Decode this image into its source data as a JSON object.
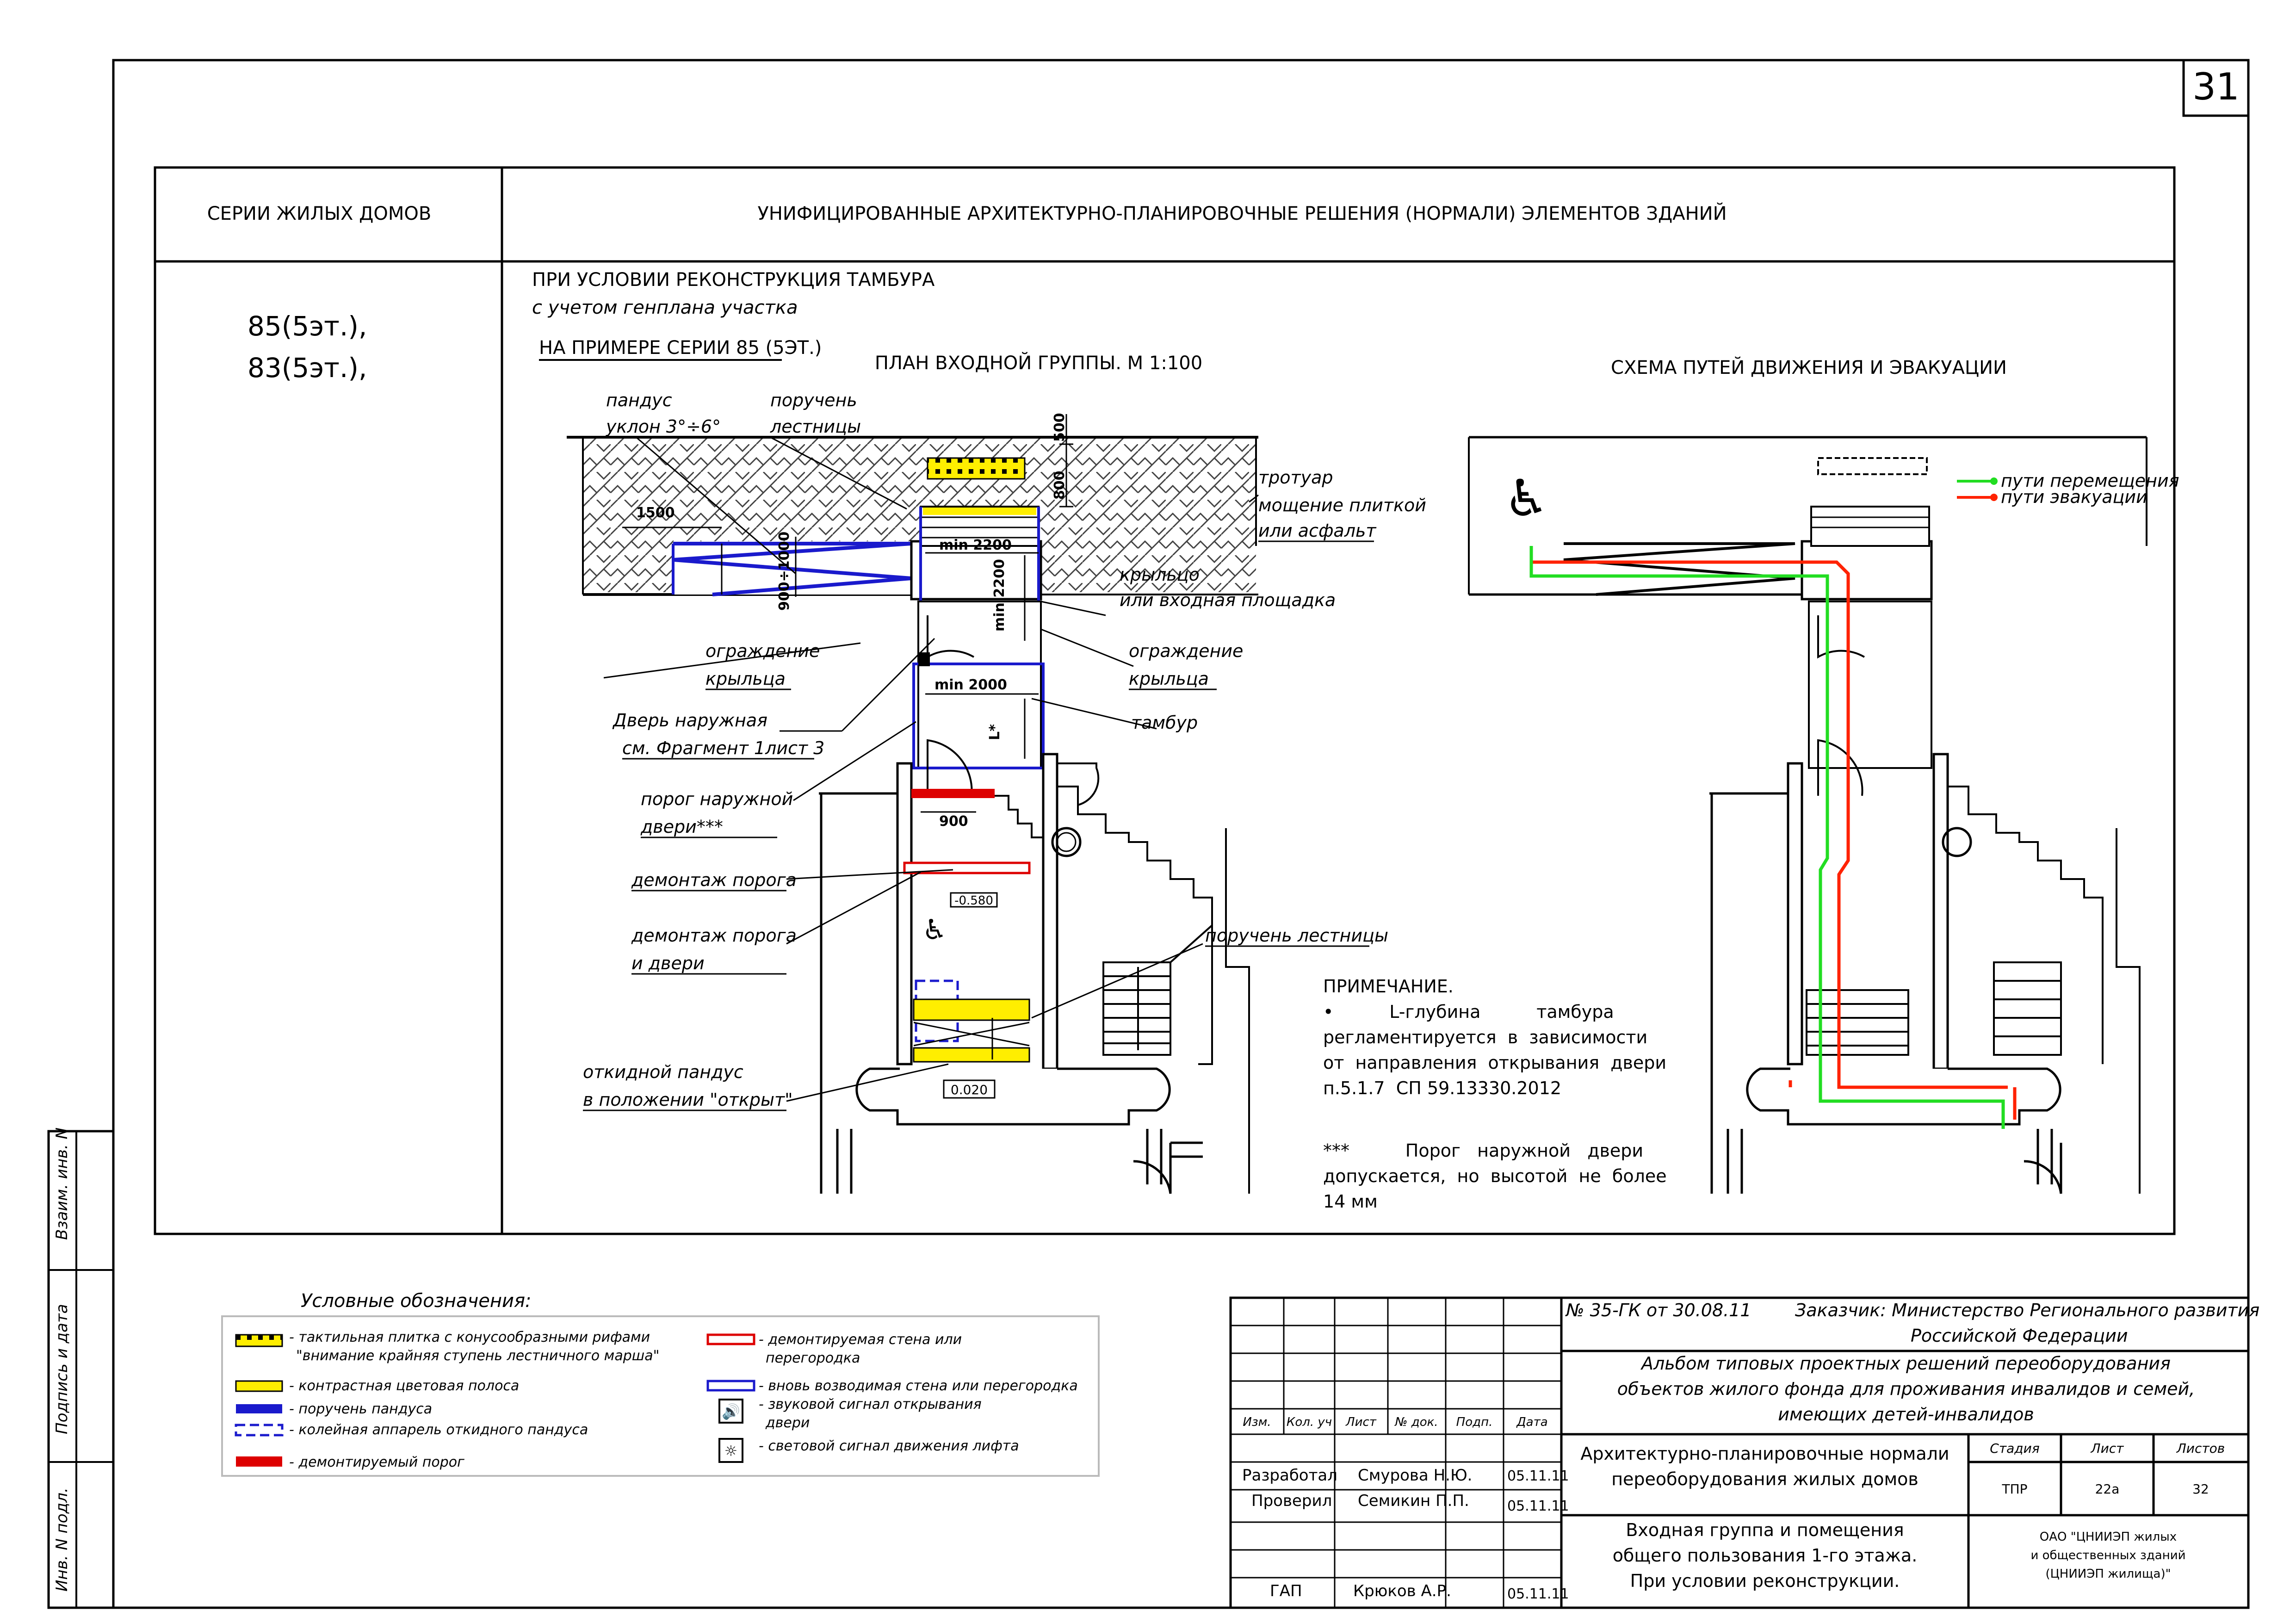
{
  "page_number": "31",
  "header": {
    "left": "СЕРИИ ЖИЛЫХ ДОМОВ",
    "right": "УНИФИЦИРОВАННЫЕ АРХИТЕКТУРНО-ПЛАНИРОВОЧНЫЕ РЕШЕНИЯ (НОРМАЛИ) ЭЛЕМЕНТОВ ЗДАНИЙ"
  },
  "series": [
    "85(5эт.),",
    "83(5эт.),"
  ],
  "condition": {
    "line1": "ПРИ УСЛОВИИ РЕКОНСТРУКЦИЯ ТАМБУРА",
    "line2": "с учетом генплана участка",
    "example": "НА ПРИМЕРЕ СЕРИИ 85 (5ЭТ.)"
  },
  "plan": {
    "title": "ПЛАН ВХОДНОЙ ГРУППЫ. М 1:100",
    "labels": {
      "ramp_1": "пандус",
      "ramp_2": "уклон 3°÷6°",
      "handrail_1": "поручень",
      "handrail_2": "лестницы",
      "sidewalk_1": "тротуар",
      "sidewalk_2": "мощение плиткой",
      "sidewalk_3": "или асфальт",
      "porch_1": "крыльцо",
      "porch_2": "или входная площадка",
      "fence_l1": "ограждение",
      "fence_l2": "крыльца",
      "fence_r1": "ограждение",
      "fence_r2": "крыльца",
      "door_1": "Дверь наружная",
      "door_2": "см. Фрагмент 1лист 3",
      "vestibule": "тамбур",
      "threshold_1": "порог наружной",
      "threshold_2": "двери***",
      "dismantle_threshold": "демонтаж порога",
      "dismantle_td_1": "демонтаж порога",
      "dismantle_td_2": "и двери",
      "handrail_stair": "поручень лестницы",
      "fold_ramp_1": "откидной пандус",
      "fold_ramp_2": "в положении \"открыт\""
    },
    "dims": {
      "d1500": "1500",
      "d900_1000": "900÷1000",
      "d800": "800",
      "d500": "500",
      "min2200a": "min 2200",
      "min2200b": "min 2200",
      "min2000": "min 2000",
      "L": "L*",
      "d900": "900",
      "lvl_top": "-0.580",
      "lvl_bot": "0.020"
    }
  },
  "scheme": {
    "title": "СХЕМА ПУТЕЙ ДВИЖЕНИЯ И ЭВАКУАЦИИ",
    "legend": [
      {
        "label": "пути перемещения",
        "color": "#22dd22"
      },
      {
        "label": "пути эвакуации",
        "color": "#ff2200"
      }
    ]
  },
  "note": {
    "title": "ПРИМЕЧАНИЕ.",
    "lines": [
      "•          L-глубина          тамбура",
      "регламентируется  в  зависимости",
      "от  направления  открывания  двери",
      "п.5.1.7  СП 59.13330.2012",
      "***          Порог   наружной   двери",
      "допускается,  но  высотой  не  более",
      "14 мм"
    ]
  },
  "legend": {
    "title": "Условные обозначения:",
    "left": [
      {
        "text": "- тактильная плитка с конусообразными рифами",
        "text2": "\"внимание крайняя ступень лестничного марша\""
      },
      {
        "text": "- контрастная цветовая полоса"
      },
      {
        "text": "- поручень пандуса"
      },
      {
        "text": "- колейная аппарель откидного пандуса"
      },
      {
        "text": "- демонтируемый порог"
      }
    ],
    "right": [
      {
        "text": "- демонтируемая стена или",
        "text2": "перегородка"
      },
      {
        "text": "- вновь возводимая стена или перегородка"
      },
      {
        "text": "- звуковой сигнал открывания",
        "text2": "двери"
      },
      {
        "text": "- световой сигнал движения лифта"
      }
    ]
  },
  "side_labels": [
    "Взаим. инв. N",
    "Подпись и дата",
    "Инв. N подл."
  ],
  "stamp": {
    "contract": "№ 35-ГК от 30.08.11",
    "customer_1": "Заказчик: Министерство Регионального развития",
    "customer_2": "Российской Федерации",
    "album_1": "Альбом типовых проектных решений переоборудования",
    "album_2": "объектов жилого фонда для проживания инвалидов и семей,",
    "album_3": "имеющих детей-инвалидов",
    "cols": [
      "Изм.",
      "Кол. уч",
      "Лист",
      "№ док.",
      "Подп.",
      "Дата"
    ],
    "rows": [
      {
        "role": "Разработал",
        "name": "Смурова Н.Ю.",
        "date": "05.11.11"
      },
      {
        "role": "Проверил",
        "name": "Семикин П.П.",
        "date": "05.11.11"
      },
      {
        "role": "ГАП",
        "name": "Крюков А.Р.",
        "date": "05.11.11"
      }
    ],
    "section_1": "Архитектурно-планировочные нормали",
    "section_2": "переоборудования жилых домов",
    "sheet_1": "Входная группа и помещения",
    "sheet_2": "общего пользования 1-го этажа.",
    "sheet_3": "При условии реконструкции.",
    "stage_h": "Стадия",
    "sheet_h": "Лист",
    "sheets_h": "Листов",
    "stage": "ТПР",
    "sheet": "22а",
    "sheets": "32",
    "org_1": "ОАО \"ЦНИИЭП жилых",
    "org_2": "и общественных зданий",
    "org_3": "(ЦНИИЭП жилища)\""
  },
  "colors": {
    "movement": "#22dd22",
    "evacuation": "#ff2200",
    "blue": "#1a1acc",
    "yellow": "#ffee00",
    "red": "#dd0000"
  }
}
